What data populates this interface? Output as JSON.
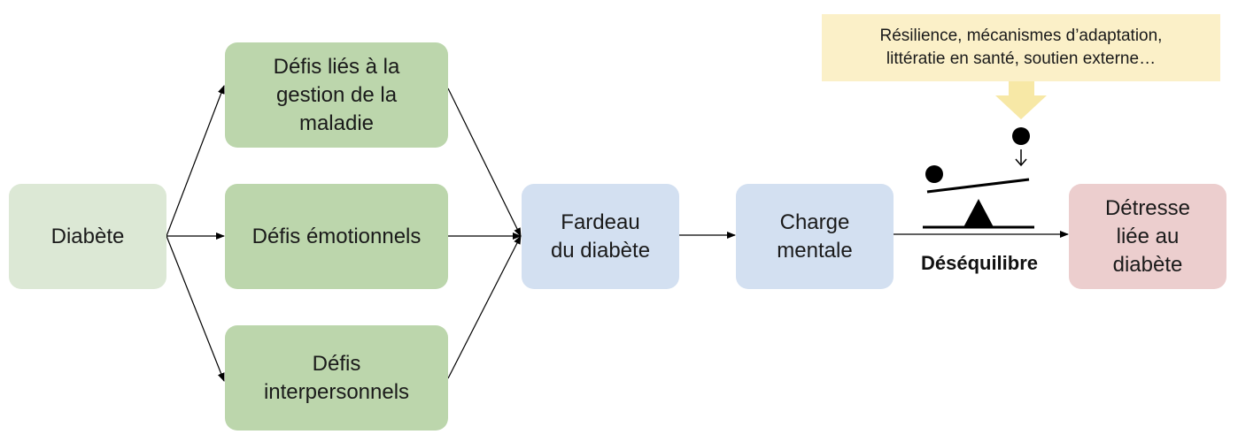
{
  "nodes": {
    "diabete": "Diabète",
    "gestion": "Défis liés à la\ngestion de la\nmaladie",
    "emotion": "Défis émotionnels",
    "interp": "Défis\ninterpersonnels",
    "fardeau": "Fardeau\ndu diabète",
    "charge": "Charge\nmentale",
    "detresse": "Détresse\nliée au\ndiabète"
  },
  "callout": "Résilience, mécanismes d’adaptation,\nlittératie en santé, soutien externe…",
  "imbalance_label": "Déséquilibre",
  "colors": {
    "diabete": "#dce8d5",
    "challenges": "#bcd6ac",
    "burden": "#d3e0f1",
    "distress": "#eccece",
    "callout": "#fbf0c8",
    "callout_arrow": "#f7e8a6",
    "lines": "#000000"
  }
}
